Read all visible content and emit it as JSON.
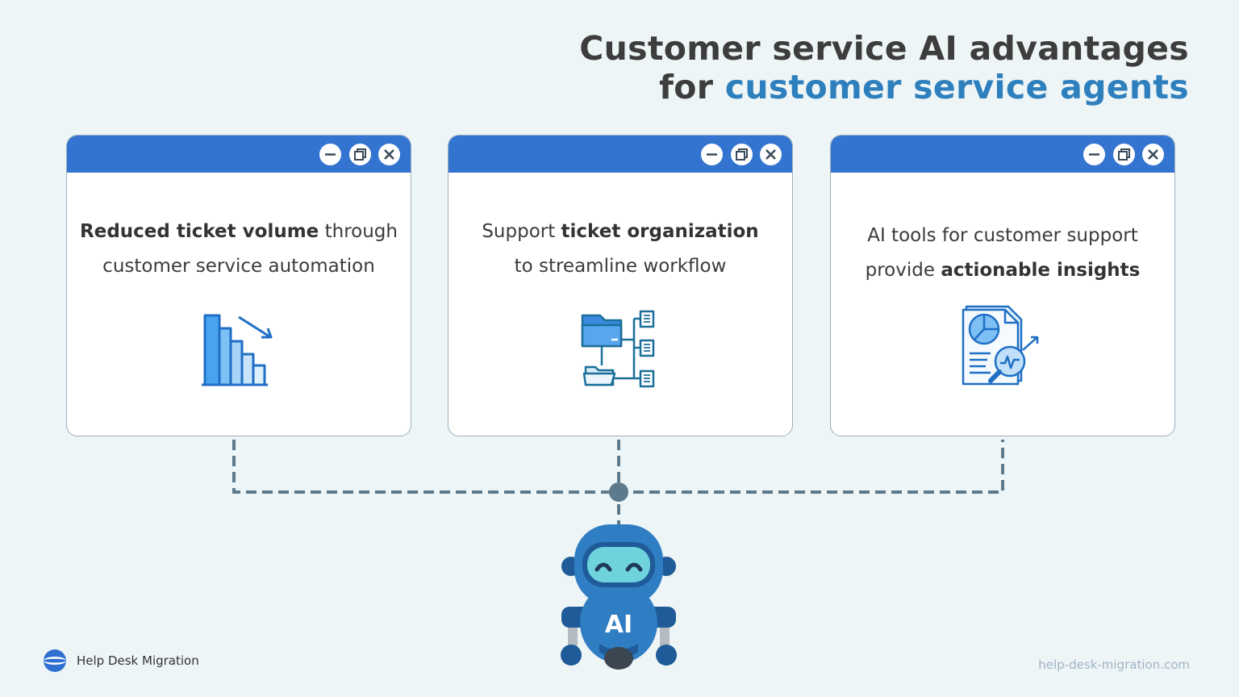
{
  "header": {
    "line1": "Customer service AI advantages",
    "line2_prefix": "for ",
    "line2_accent": "customer service agents"
  },
  "cards": [
    {
      "bold1": "Reduced ticket volume",
      "rest1": " through",
      "line2": "customer service automation",
      "icon": "declining-bar-chart-icon"
    },
    {
      "pre1": "Support ",
      "bold1": "ticket organization",
      "line2": "to streamline workflow",
      "icon": "folder-hierarchy-icon"
    },
    {
      "line1": "AI tools for customer support",
      "pre2": "provide ",
      "bold2": "actionable insights",
      "icon": "report-analysis-icon"
    }
  ],
  "robot": {
    "label": "AI"
  },
  "footer": {
    "brand": "Help Desk Migration",
    "site": "help-desk-migration.com"
  },
  "colors": {
    "accent": "#2e7fbd",
    "window_bar": "#3374d1",
    "connector": "#5d7a8c",
    "background": "#eef5f6"
  }
}
